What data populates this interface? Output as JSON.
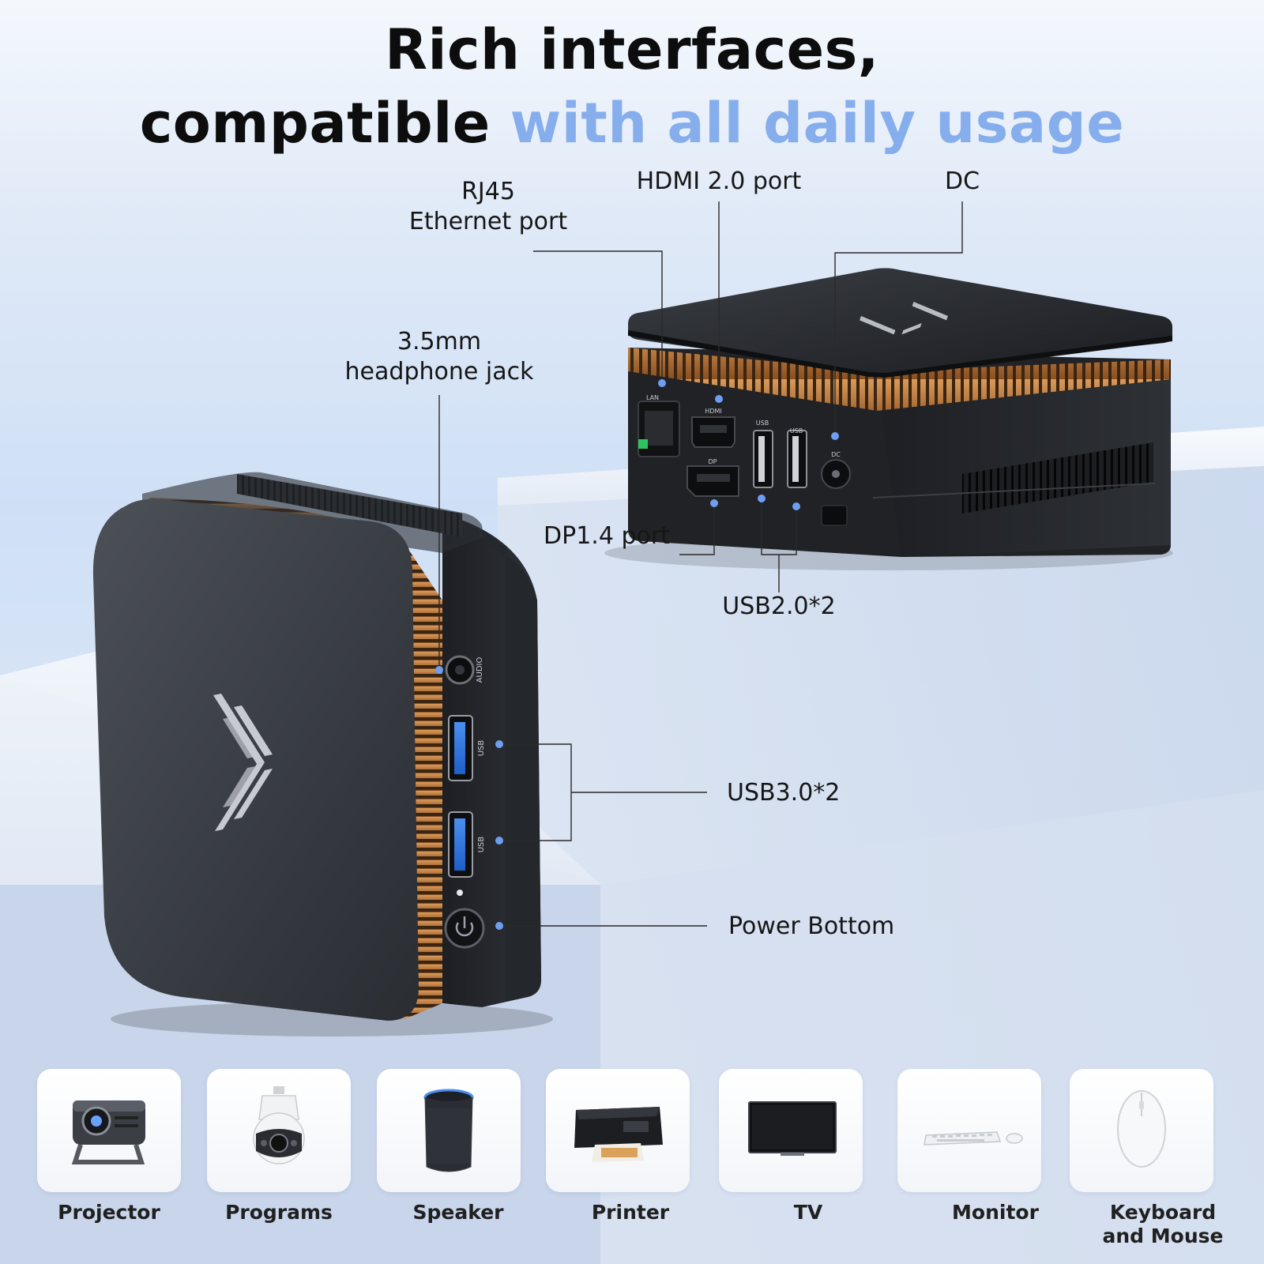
{
  "headline": {
    "line1": "Rich interfaces,",
    "line2_plain": "compatible ",
    "line2_accent": "with all daily usage",
    "accent_color": "#86aeec"
  },
  "callouts": {
    "rj45_line1": "RJ45",
    "rj45_line2": "Ethernet port",
    "hdmi": "HDMI 2.0 port",
    "dc": "DC",
    "audio_line1": "3.5mm",
    "audio_line2": "headphone jack",
    "dp": "DP1.4 port",
    "usb2": "USB2.0*2",
    "usb3": "USB3.0*2",
    "power": "Power Bottom"
  },
  "port_markings": {
    "lan": "LAN",
    "hdmi": "HDMI",
    "dp": "DP",
    "usb": "USB",
    "dc": "DC",
    "audio": "AUDIO"
  },
  "devices": [
    {
      "label": "Projector",
      "icon": "projector-icon"
    },
    {
      "label": "Programs",
      "icon": "security-camera-icon"
    },
    {
      "label": "Speaker",
      "icon": "smart-speaker-icon"
    },
    {
      "label": "Printer",
      "icon": "printer-icon"
    },
    {
      "label": "TV",
      "icon": "tv-icon"
    },
    {
      "label": "Monitor",
      "icon": "keyboard-icon"
    },
    {
      "label": "Keyboard",
      "label2": "and Mouse",
      "icon": "mouse-icon"
    }
  ],
  "colors": {
    "callout_dot": "#6f9ef0",
    "device_body": "#23262b",
    "fan_copper": "#b8753a"
  }
}
